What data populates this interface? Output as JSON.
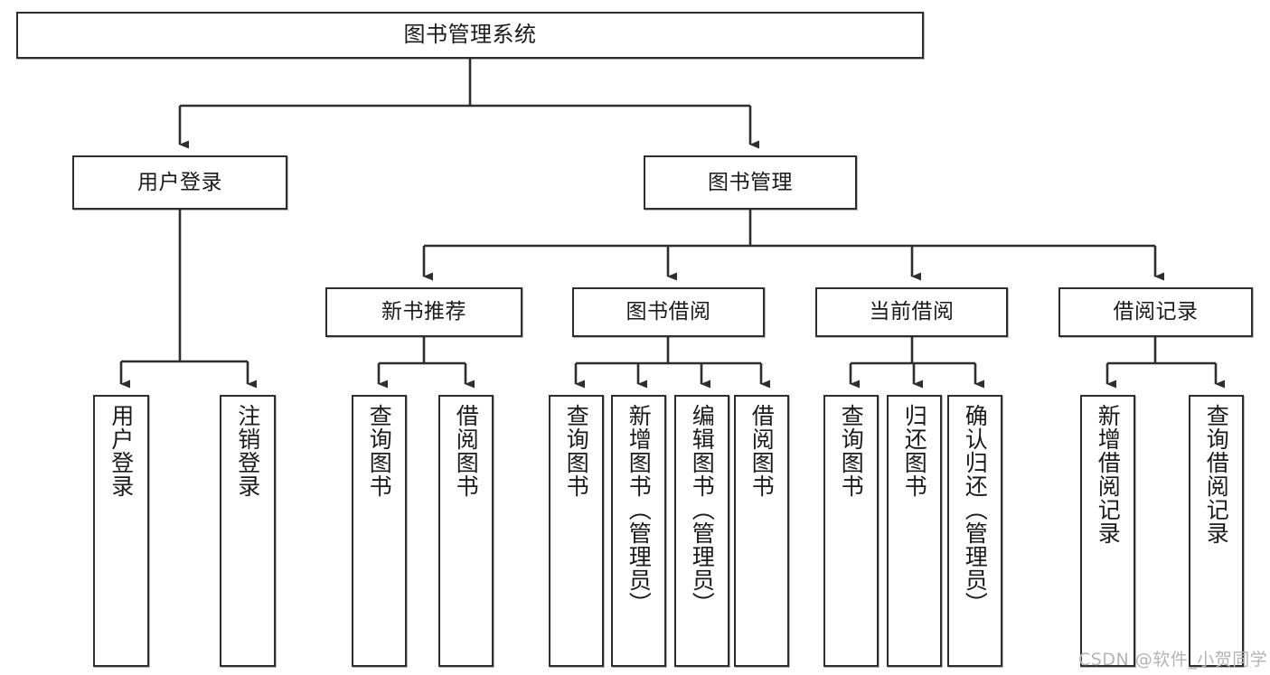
{
  "diagram": {
    "title": "图书管理系统",
    "type": "tree-hierarchy",
    "orientation": "top-down",
    "colors": {
      "box_border": "#2e2e2e",
      "box_fill": "#ffffff",
      "connector": "#2e2e2e",
      "text": "#1a1a1a",
      "watermark": "#b4b4b4"
    },
    "nodes": {
      "root": {
        "label": "图书管理系统"
      },
      "level1": [
        {
          "id": "user-login",
          "label": "用户登录"
        },
        {
          "id": "book-management",
          "label": "图书管理"
        }
      ],
      "level2": [
        {
          "id": "new-book-recommend",
          "label": "新书推荐"
        },
        {
          "id": "book-borrow",
          "label": "图书借阅"
        },
        {
          "id": "current-borrow",
          "label": "当前借阅"
        },
        {
          "id": "borrow-record",
          "label": "借阅记录"
        }
      ],
      "leaves": {
        "user_login": [
          {
            "id": "leaf-user-login",
            "label": "用户登录"
          },
          {
            "id": "leaf-logout",
            "label": "注销登录"
          }
        ],
        "new_book_recommend": [
          {
            "id": "leaf-query-book-1",
            "label": "查询图书"
          },
          {
            "id": "leaf-borrow-book-1",
            "label": "借阅图书"
          }
        ],
        "book_borrow": [
          {
            "id": "leaf-query-book-2",
            "label": "查询图书"
          },
          {
            "id": "leaf-add-book",
            "label": "新增图书（管理员）"
          },
          {
            "id": "leaf-edit-book",
            "label": "编辑图书（管理员）"
          },
          {
            "id": "leaf-borrow-book-2",
            "label": "借阅图书"
          }
        ],
        "current_borrow": [
          {
            "id": "leaf-query-book-3",
            "label": "查询图书"
          },
          {
            "id": "leaf-return-book",
            "label": "归还图书"
          },
          {
            "id": "leaf-confirm-return",
            "label": "确认归还（管理员）"
          }
        ],
        "borrow_record": [
          {
            "id": "leaf-add-record",
            "label": "新增借阅记录"
          },
          {
            "id": "leaf-query-record",
            "label": "查询借阅记录"
          }
        ]
      }
    }
  },
  "watermark": {
    "text": "CSDN @软件_小贺同学"
  }
}
